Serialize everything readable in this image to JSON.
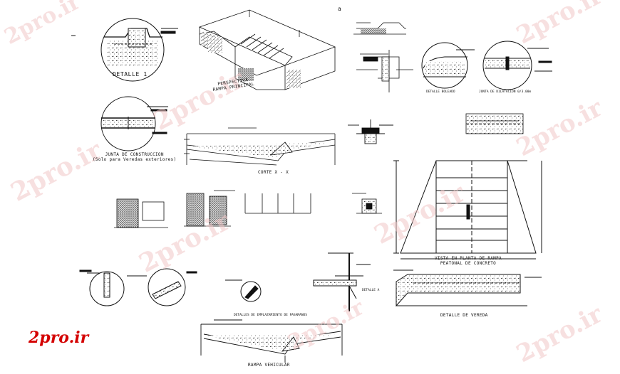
{
  "brand": "2pro.ir",
  "watermark": "2pro.ir",
  "page_marker": "a",
  "captions": {
    "detalle_1": "DETALLE  1",
    "perspectiva": "PERSPECTIVA\nRAMPA PRINCIPAL",
    "detalle_boleado": "DETALLE  BOLEADO",
    "junta_dilatacion": "JUNTA  DE  DILATACION  0/3.00m",
    "junta_construccion": "JUNTA DE CONSTRUCCION\n(Solo para Veredas exteriores)",
    "corte": "CORTE X - X",
    "detalle_a": "DETALLE  A",
    "vista_planta": "VISTA EN PLANTA DE RAMPA\nPEATONAL DE CONCRETO",
    "detalle_vereda": "DETALLE  DE  VEREDA",
    "rampa_vehicular": "RAMPA  VEHICULAR",
    "detalles_pasamanos": "DETALLES DE EMPLAZAMIENTO DE PASAMANOS"
  },
  "colors": {
    "ink": "#111111",
    "watermark": "#f2c8c8",
    "brand": "#d40000"
  }
}
